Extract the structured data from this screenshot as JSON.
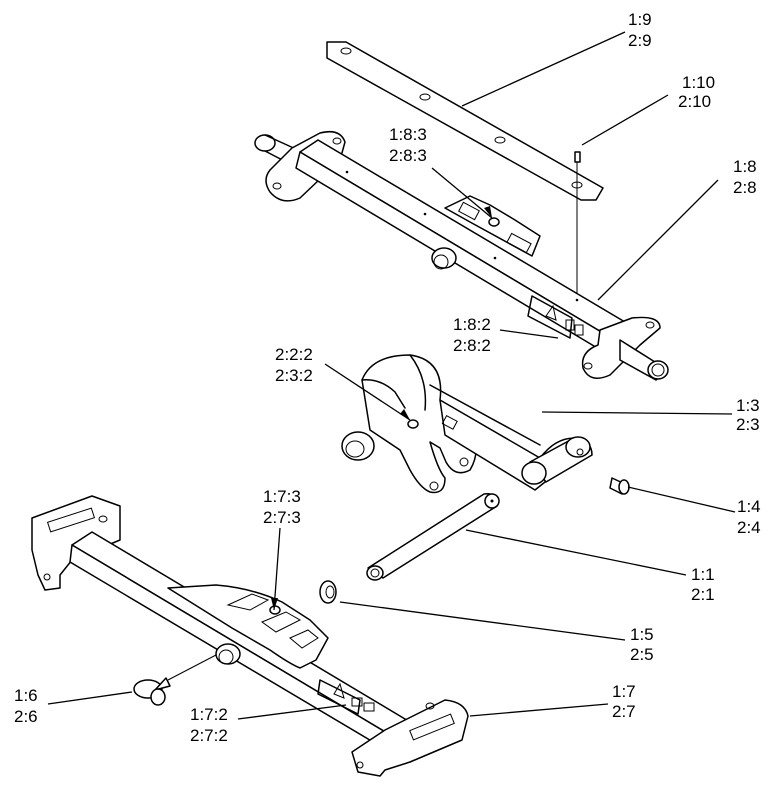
{
  "diagram": {
    "callouts": [
      {
        "id": "c_9",
        "line1": "1:9",
        "line2": "2:9"
      },
      {
        "id": "c_10",
        "line1": "1:10",
        "line2": "2:10"
      },
      {
        "id": "c_8_3",
        "line1": "1:8:3",
        "line2": "2:8:3"
      },
      {
        "id": "c_8",
        "line1": "1:8",
        "line2": "2:8"
      },
      {
        "id": "c_8_2",
        "line1": "1:8:2",
        "line2": "2:8:2"
      },
      {
        "id": "c_2_2",
        "line1": "2:2:2",
        "line2": "2:3:2"
      },
      {
        "id": "c_3",
        "line1": "1:3",
        "line2": "2:3"
      },
      {
        "id": "c_4",
        "line1": "1:4",
        "line2": "2:4"
      },
      {
        "id": "c_7_3",
        "line1": "1:7:3",
        "line2": "2:7:3"
      },
      {
        "id": "c_1",
        "line1": "1:1",
        "line2": "2:1"
      },
      {
        "id": "c_5",
        "line1": "1:5",
        "line2": "2:5"
      },
      {
        "id": "c_6",
        "line1": "1:6",
        "line2": "2:6"
      },
      {
        "id": "c_7_2",
        "line1": "1:7:2",
        "line2": "2:7:2"
      },
      {
        "id": "c_7",
        "line1": "1:7",
        "line2": "2:7"
      }
    ]
  }
}
